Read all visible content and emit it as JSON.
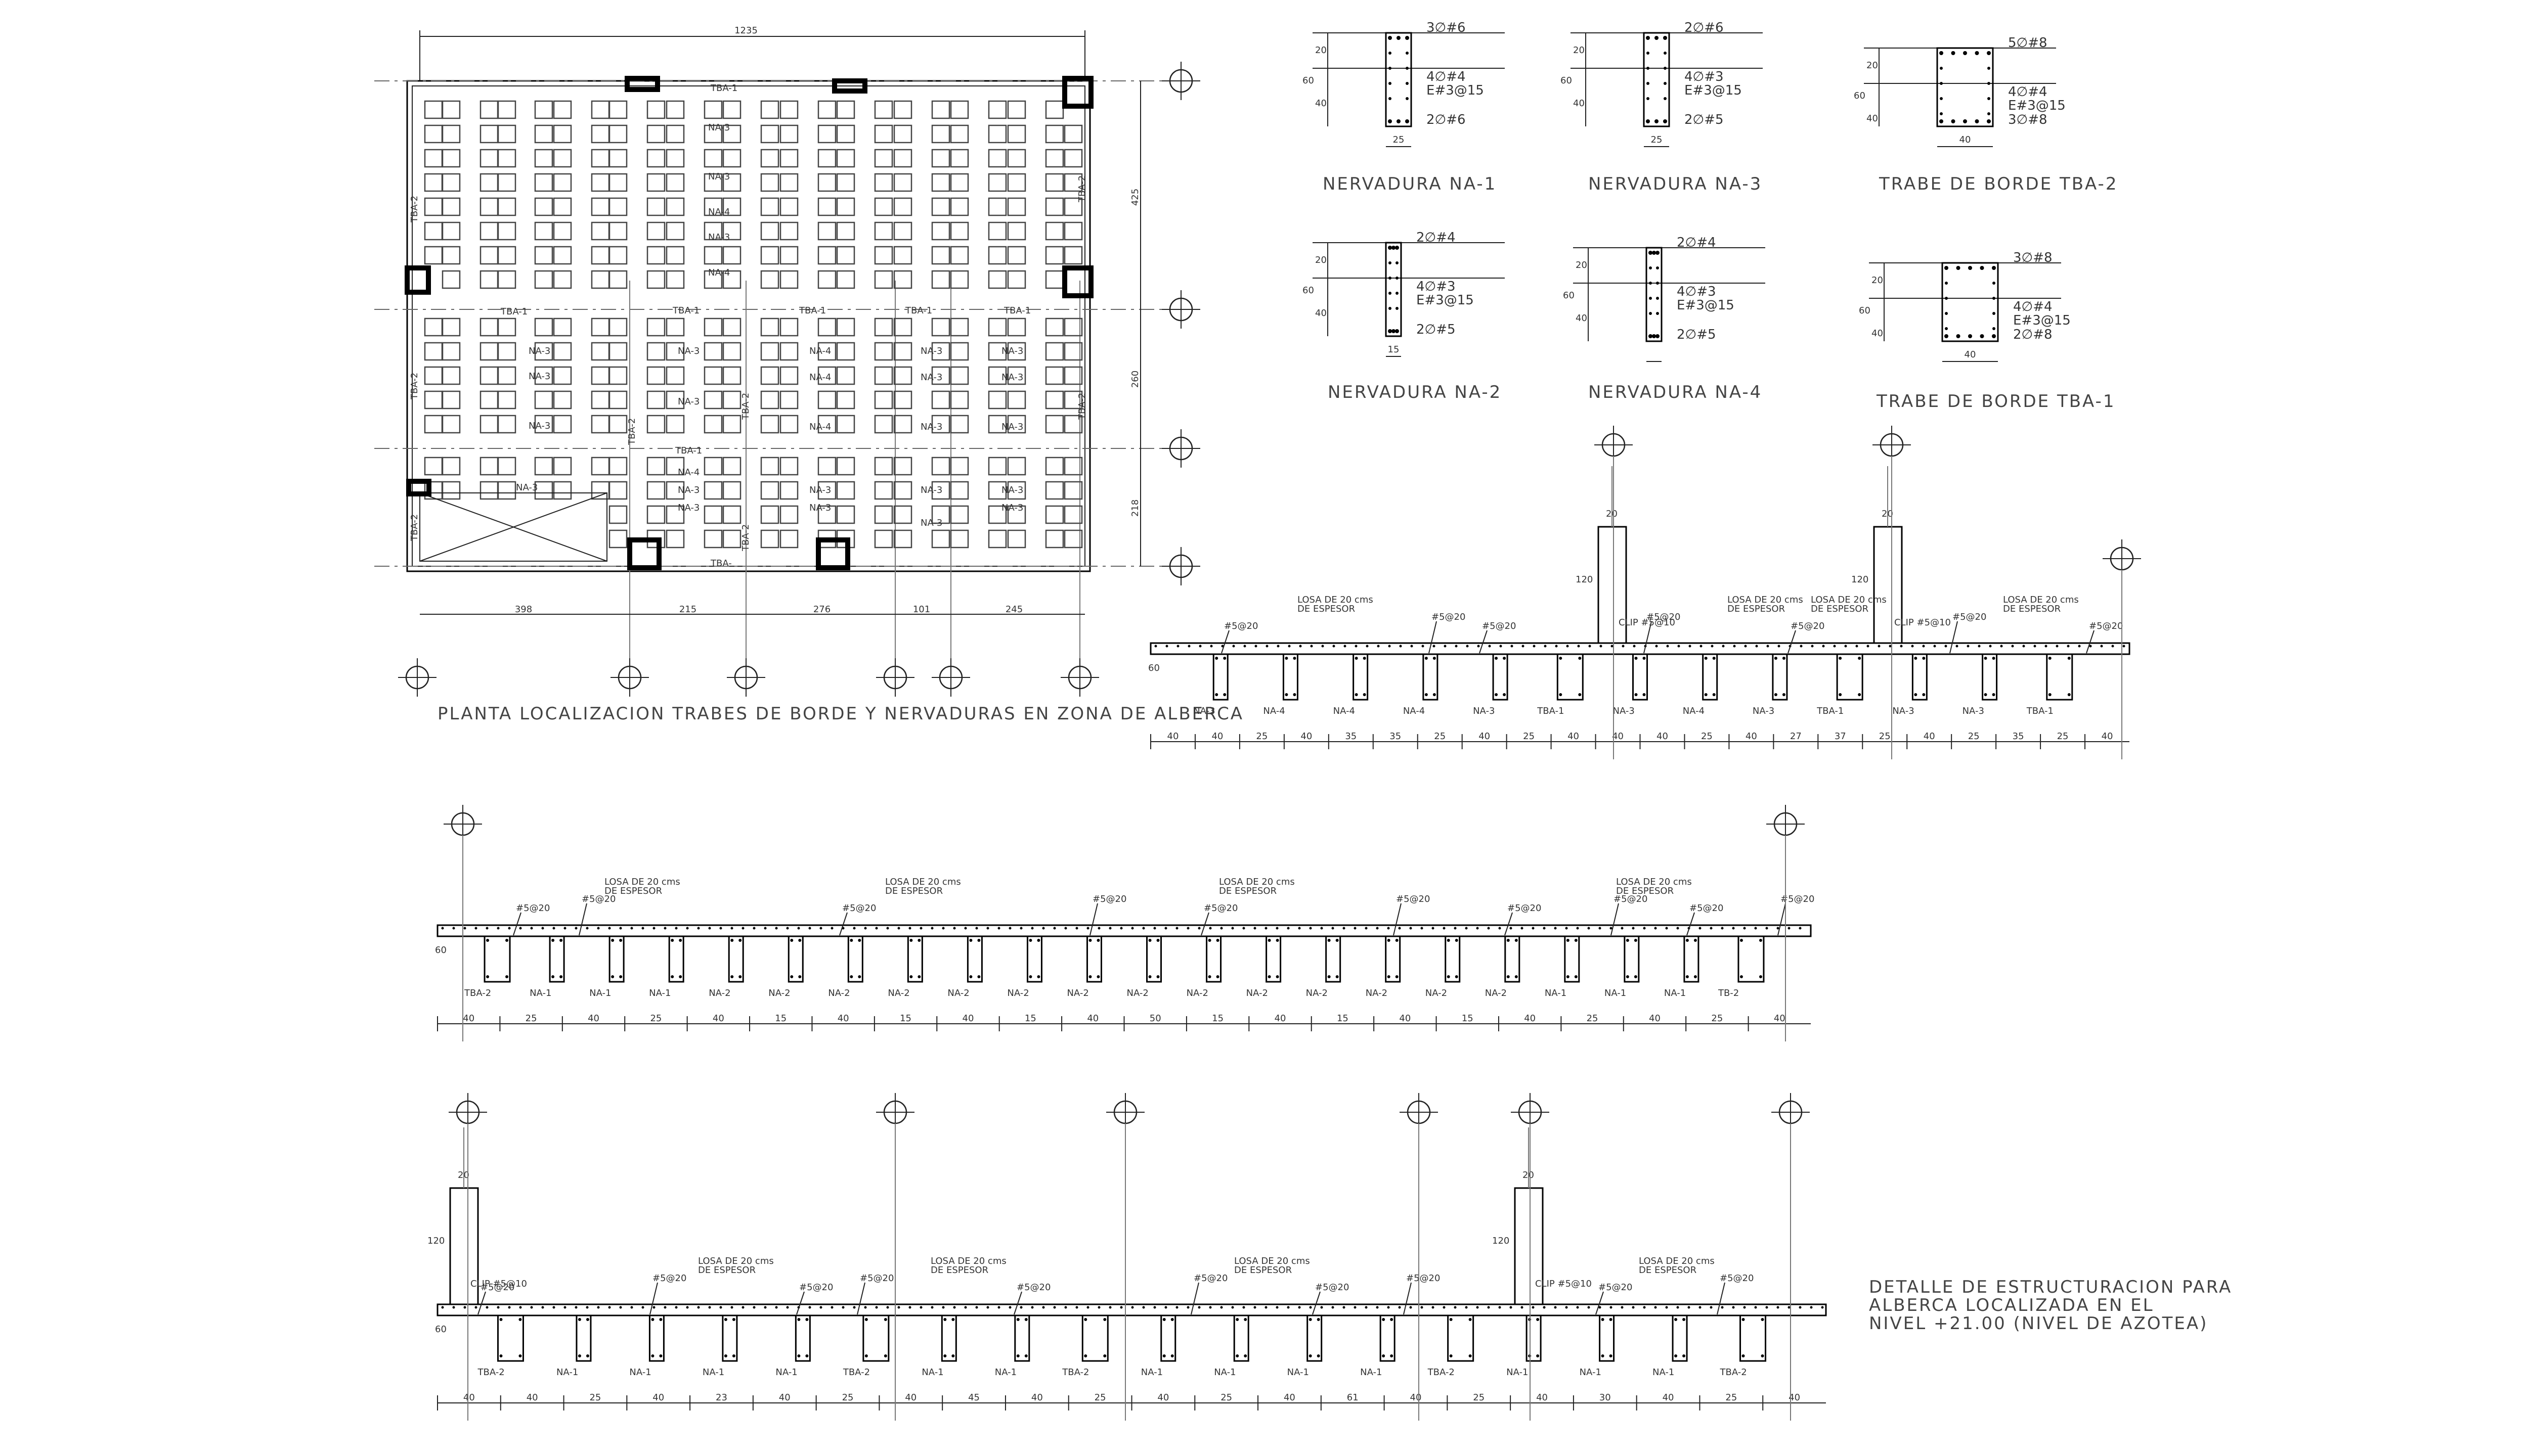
{
  "plan": {
    "title": "PLANTA LOCALIZACION TRABES DE BORDE Y NERVADURAS EN ZONA DE ALBERCA",
    "overall_dim": "1235",
    "bottom_dims": [
      "398",
      "215",
      "276",
      "101",
      "245"
    ],
    "right_dims": [
      "425",
      "260",
      "218"
    ],
    "tba1_labels": [
      "TBA-1",
      "TBA-1",
      "TBA-1",
      "TBA-1",
      "TBA-1",
      "TBA-1",
      "TBA-1",
      "TBA-"
    ],
    "tba2_labels": [
      "TBA-2",
      "TBA-2",
      "TBA-2",
      "TBA-2",
      "TBA-2",
      "TBA-2",
      "TBA-2",
      "TBA-2"
    ],
    "na_labels": [
      "NA-3",
      "NA-3",
      "NA-4",
      "NA-3",
      "NA-4",
      "NA-3",
      "NA-3",
      "NA-3",
      "NA-3",
      "NA-3",
      "NA-4",
      "NA-4",
      "NA-4",
      "NA-4",
      "NA-3",
      "NA-3",
      "NA-3",
      "NA-3",
      "NA-3",
      "NA-3",
      "NA-3",
      "NA-3",
      "NA-3",
      "NA-3",
      "NA-3",
      "NA-3",
      "NA-3",
      "NA-3",
      "NA-3"
    ]
  },
  "sections": [
    {
      "title": "NERVADURA NA-1",
      "top": "3∅#6",
      "mid": [
        "4∅#4",
        "E#3@15"
      ],
      "bottom": "2∅#6",
      "dims": [
        "20",
        "60",
        "40"
      ],
      "width": "25"
    },
    {
      "title": "NERVADURA NA-3",
      "top": "2∅#6",
      "mid": [
        "4∅#3",
        "E#3@15"
      ],
      "bottom": "2∅#5",
      "dims": [
        "20",
        "60",
        "40"
      ],
      "width": "25"
    },
    {
      "title": "TRABE DE BORDE TBA-2",
      "top": "5∅#8",
      "mid": [
        "4∅#4",
        "E#3@15"
      ],
      "bottom": "3∅#8",
      "dims": [
        "20",
        "60",
        "40"
      ],
      "width": "40"
    },
    {
      "title": "NERVADURA NA-2",
      "top": "2∅#4",
      "mid": [
        "4∅#3",
        "E#3@15"
      ],
      "bottom": "2∅#5",
      "dims": [
        "20",
        "60",
        "40"
      ],
      "width": "15"
    },
    {
      "title": "NERVADURA NA-4",
      "top": "2∅#4",
      "mid": [
        "4∅#3",
        "E#3@15"
      ],
      "bottom": "2∅#5",
      "dims": [
        "20",
        "60",
        "40"
      ],
      "width": ""
    },
    {
      "title": "TRABE DE BORDE TBA-1",
      "top": "3∅#8",
      "mid": [
        "4∅#4",
        "E#3@15"
      ],
      "bottom": "2∅#8",
      "dims": [
        "20",
        "60",
        "40"
      ],
      "width": "40"
    }
  ],
  "elevations": {
    "slab_note_1": "LOSA DE 20 cms",
    "slab_note_2": "DE ESPESOR",
    "bar_note": "#5@20",
    "clip_note": "CLIP #5@10",
    "wall_dims": [
      "20",
      "120",
      "60",
      "40",
      "30"
    ],
    "e1_labels": [
      "NA-3",
      "NA-4",
      "NA-4",
      "NA-4",
      "NA-3",
      "TBA-1",
      "NA-3",
      "NA-4",
      "NA-3",
      "TBA-1",
      "NA-3",
      "NA-3",
      "TBA-1"
    ],
    "e1_dims": [
      "40",
      "40",
      "25",
      "40",
      "35",
      "35",
      "25",
      "40",
      "25",
      "40",
      "40",
      "40",
      "25",
      "40",
      "27",
      "37",
      "25",
      "40",
      "25",
      "35",
      "25",
      "40"
    ],
    "e2_labels": [
      "TBA-2",
      "NA-1",
      "NA-1",
      "NA-1",
      "NA-2",
      "NA-2",
      "NA-2",
      "NA-2",
      "NA-2",
      "NA-2",
      "NA-2",
      "NA-2",
      "NA-2",
      "NA-2",
      "NA-2",
      "NA-2",
      "NA-2",
      "NA-2",
      "NA-1",
      "NA-1",
      "NA-1",
      "TB-2"
    ],
    "e2_dims": [
      "40",
      "25",
      "40",
      "25",
      "40",
      "15",
      "40",
      "15",
      "40",
      "15",
      "40",
      "50",
      "15",
      "40",
      "15",
      "40",
      "15",
      "40",
      "25",
      "40",
      "25",
      "40"
    ],
    "e3_labels": [
      "TBA-2",
      "NA-1",
      "NA-1",
      "NA-1",
      "NA-1",
      "TBA-2",
      "NA-1",
      "NA-1",
      "TBA-2",
      "NA-1",
      "NA-1",
      "NA-1",
      "NA-1",
      "TBA-2",
      "NA-1",
      "NA-1",
      "NA-1",
      "TBA-2"
    ],
    "e3_dims": [
      "40",
      "40",
      "25",
      "40",
      "23",
      "40",
      "25",
      "40",
      "45",
      "40",
      "25",
      "40",
      "25",
      "40",
      "61",
      "40",
      "25",
      "40",
      "30",
      "40",
      "25",
      "40"
    ]
  },
  "detail_note": [
    "DETALLE DE ESTRUCTURACION PARA",
    "ALBERCA LOCALIZADA EN EL",
    "NIVEL +21.00 (NIVEL DE AZOTEA)"
  ]
}
